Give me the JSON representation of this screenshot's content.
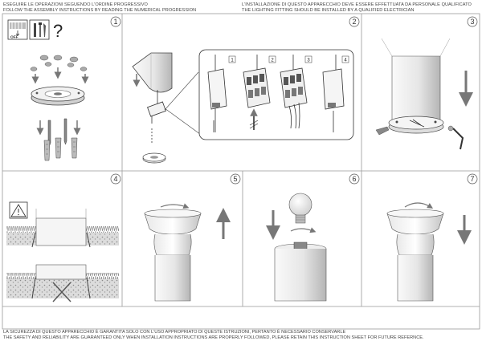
{
  "header": {
    "left_line1": "ESEGUIRE LE OPERAZIONI SEGUENDO L'ORDINE PROGRESSIVO",
    "left_line2": "FOLLOW THE ASSEMBLY INSTRUCTIONS BY READING THE NUMERICAL PROGRESSION",
    "right_line1": "L'INSTALLAZIONE DI QUESTO APPARECCHIO DEVE ESSERE EFFETTUATA DA PERSONALE QUALIFICATO",
    "right_line2": "THE LIGHTING FITTING SHOULD BE INSTALLED BY A QUALIFIED ELECTRICIAN"
  },
  "footer": {
    "line1": "LA SICUREZZA DI QUESTO APPARECCHIO È GARANTITA SOLO CON L'USO APPROPRIATO DI QUESTE ISTRUZIONI, PERTANTO È NECESSARIO CONSERVARLE",
    "line2": "THE SAFETY AND RELIABILITY ARE GUARANTEED ONLY WHEN INSTALLATION INSTRUCTIONS ARE PROPERLY FOLLOWED, PLEASE RETAIN THIS INSTRUCTION SHEET FOR FUTURE REFERNCE."
  },
  "steps": [
    "1",
    "2",
    "3",
    "4",
    "5",
    "6",
    "7"
  ],
  "substeps": [
    "1",
    "2",
    "3",
    "4"
  ],
  "breaker_label": "OFF",
  "question_mark": "?"
}
